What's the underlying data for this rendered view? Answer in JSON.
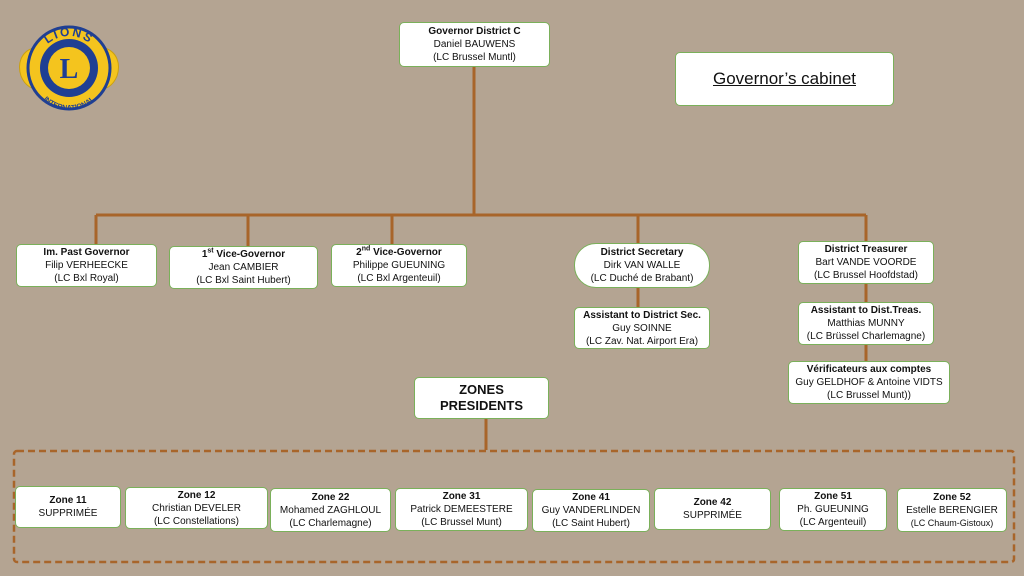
{
  "logo": {
    "text_top": "LIONS",
    "letter": "L",
    "text_bottom": "INTERNATIONAL"
  },
  "governor": {
    "title": "Governor District C",
    "name": "Daniel BAUWENS",
    "club": "(LC Brussel Muntl)"
  },
  "cabinet_title": "Governor’s cabinet",
  "officers": [
    {
      "title": "Im. Past Governor",
      "name": "Filip VERHEECKE",
      "club": "(LC Bxl Royal)"
    },
    {
      "title_pre": "1",
      "title_sup": "st",
      "title_post": " Vice-Governor",
      "name": "Jean CAMBIER",
      "club": "(LC Bxl Saint Hubert)"
    },
    {
      "title_pre": "2",
      "title_sup": "nd",
      "title_post": " Vice-Governor",
      "name": "Philippe GUEUNING",
      "club": "(LC Bxl Argenteuil)"
    },
    {
      "title": "District Secretary",
      "name": "Dirk VAN WALLE",
      "club": "(LC Duché de Brabant)"
    },
    {
      "title": "District Treasurer",
      "name": "Bart VANDE VOORDE",
      "club": "(LC Brussel Hoofdstad)"
    }
  ],
  "assistant_secretary": {
    "title": "Assistant to District Sec.",
    "name": "Guy SOINNE",
    "club": "(LC Zav. Nat. Airport Era)"
  },
  "assistant_treasurer": {
    "title": "Assistant to Dist.Treas.",
    "name": "Matthias MUNNY",
    "club": "(LC Brüssel Charlemagne)"
  },
  "auditors": {
    "title": "Vérificateurs aux comptes",
    "name": "Guy GELDHOF & Antoine VIDTS",
    "club": "(LC Brussel Munt))"
  },
  "zones_title": {
    "line1": "ZONES",
    "line2": "PRESIDENTS"
  },
  "zones": [
    {
      "title": "Zone 11",
      "name": "SUPPRIMÉE",
      "club": ""
    },
    {
      "title": "Zone 12",
      "name": "Christian DEVELER",
      "club": "(LC Constellations)"
    },
    {
      "title": "Zone 22",
      "name": "Mohamed ZAGHLOUL",
      "club": "(LC Charlemagne)"
    },
    {
      "title": "Zone 31",
      "name": "Patrick DEMEESTERE",
      "club": "(LC Brussel Munt)"
    },
    {
      "title": "Zone 41",
      "name": "Guy VANDERLINDEN",
      "club": "(LC Saint Hubert)"
    },
    {
      "title": "Zone 42",
      "name": "SUPPRIMÉE",
      "club": ""
    },
    {
      "title": "Zone 51",
      "name": "Ph. GUEUNING",
      "club": "(LC Argenteuil)"
    },
    {
      "title": "Zone 52",
      "name": "Estelle BERENGIER",
      "club": "(LC Chaum-Gistoux)"
    }
  ],
  "colors": {
    "background": "#b4a492",
    "connector": "#a8652a",
    "box_border": "#7ab05a",
    "logo_blue": "#1f3f93",
    "logo_gold": "#f4c41e"
  }
}
